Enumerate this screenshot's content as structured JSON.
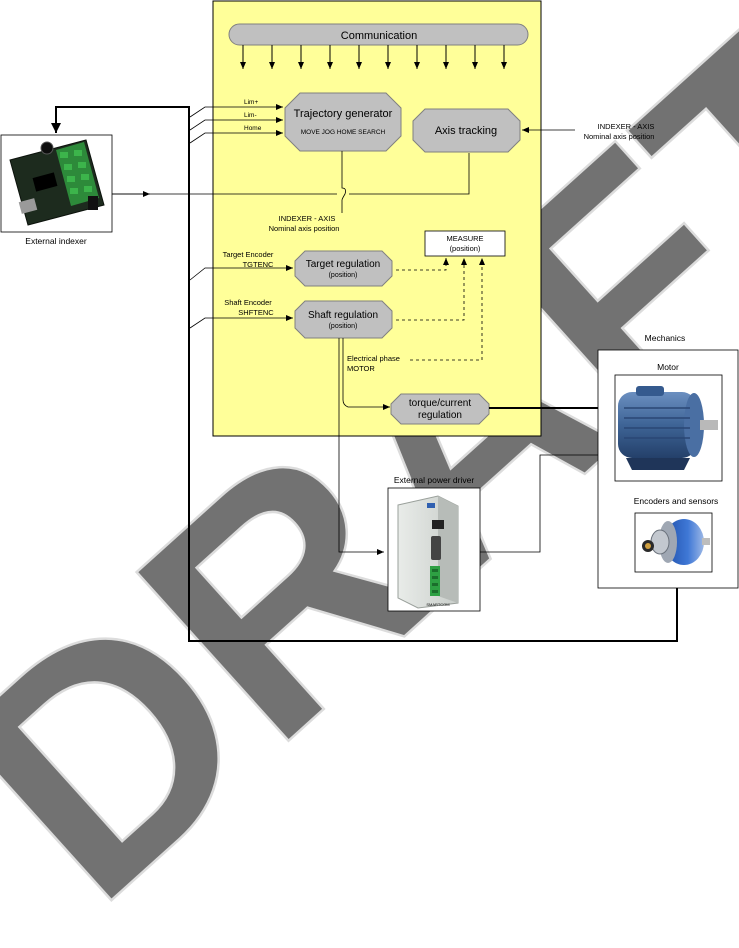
{
  "watermark": "DRAFT",
  "communication": {
    "label": "Communication"
  },
  "inputs": {
    "lim_plus": "Lim+",
    "lim_minus": "Lim-",
    "home": "Home"
  },
  "trajectory": {
    "title": "Trajectory generator",
    "modes": "MOVE  JOG  HOME SEARCH"
  },
  "axis_tracking": {
    "label": "Axis tracking"
  },
  "indexer_axis_right": {
    "line1": "INDEXER - AXIS",
    "line2": "Nominal axis position"
  },
  "indexer_axis_center": {
    "line1": "INDEXER - AXIS",
    "line2": "Nominal axis position"
  },
  "measure": {
    "line1": "MEASURE",
    "line2": "(position)"
  },
  "target_encoder": {
    "line1": "Target Encoder",
    "line2": "TGTENC"
  },
  "target_regulation": {
    "line1": "Target regulation",
    "line2": "(position)"
  },
  "shaft_encoder": {
    "line1": "Shaft Encoder",
    "line2": "SHFTENC"
  },
  "shaft_regulation": {
    "line1": "Shaft regulation",
    "line2": "(position)"
  },
  "electrical_phase": {
    "line1": "Electrical phase",
    "line2": "MOTOR"
  },
  "torque": {
    "line1": "torque/current",
    "line2": "regulation"
  },
  "external_indexer": {
    "label": "External indexer"
  },
  "external_power_driver": {
    "label": "External power driver",
    "device_text": "SMARTCOM"
  },
  "mechanics": {
    "label": "Mechanics",
    "motor_label": "Motor",
    "encoders_label": "Encoders and sensors"
  },
  "colors": {
    "panel": "#ffff99",
    "block": "#c0c0c0",
    "block_stroke": "#808080",
    "watermark": "#d9d9d9"
  }
}
